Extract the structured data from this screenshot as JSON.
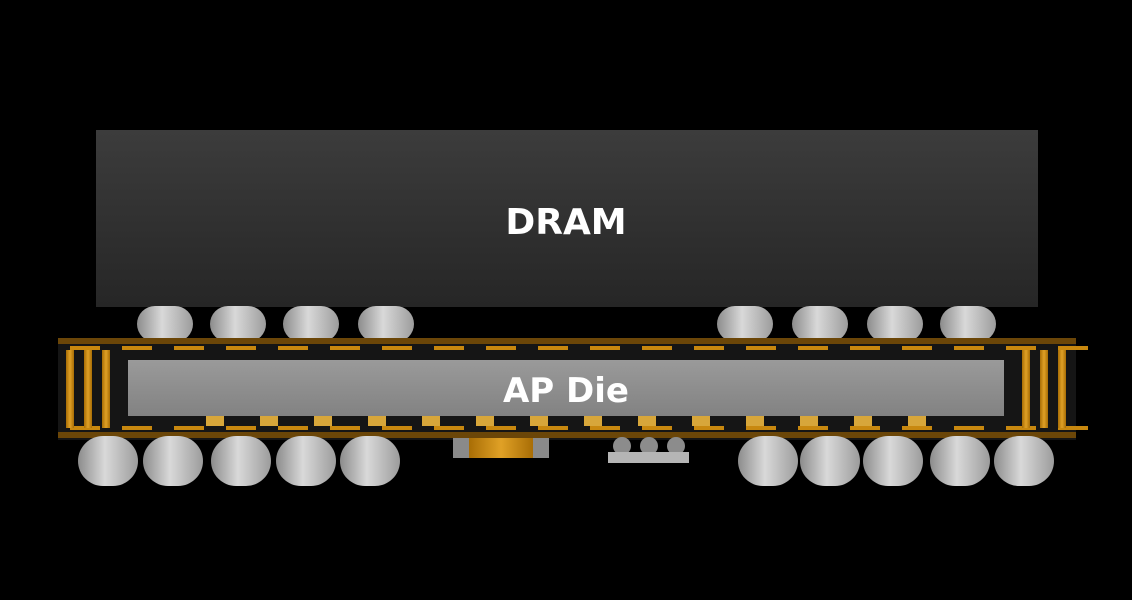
{
  "labels": {
    "top_block": "DRAM",
    "die": "AP Die"
  },
  "colors": {
    "background": "#000000",
    "dram_top": "#3b3b3b",
    "dram_bottom": "#262626",
    "die_fill": "#8f8f8f",
    "substrate_dark": "#161616",
    "copper": "#c8880f",
    "ball_light": "#d4d4d4",
    "ball_dark": "#9a9a9a",
    "text": "#ffffff"
  },
  "icons": {
    "top_solder_balls": "solder-ball",
    "bottom_solder_balls": "solder-ball",
    "passive_components": "chip-capacitor"
  }
}
